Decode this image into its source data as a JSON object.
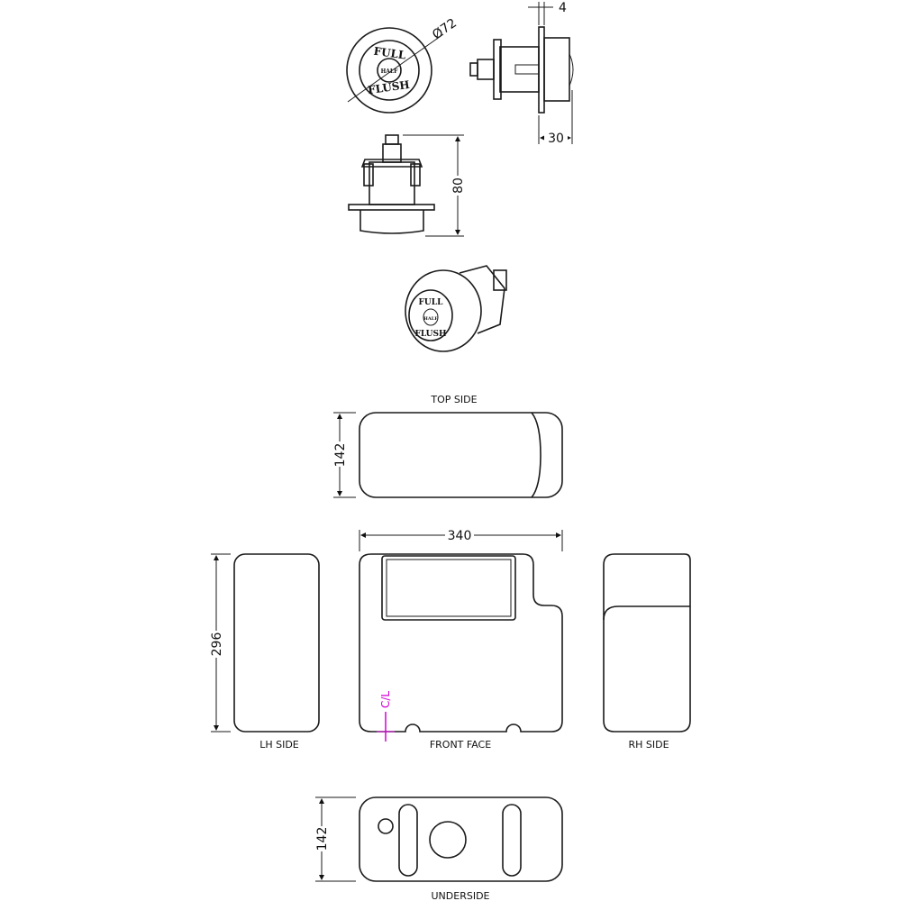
{
  "drawing": {
    "button_text": {
      "top": "FULL",
      "bottom": "FLUSH",
      "center": "HALF"
    },
    "dimensions": {
      "button_diameter": "Ø72",
      "flange_thickness": "4",
      "button_depth": "30",
      "button_height": "80",
      "cistern_depth_top": "142",
      "cistern_width": "340",
      "cistern_height": "296",
      "cistern_depth_under": "142"
    },
    "views": {
      "top": "TOP SIDE",
      "lh": "LH SIDE",
      "front": "FRONT FACE",
      "rh": "RH SIDE",
      "under": "UNDERSIDE"
    },
    "centerline": "C/L",
    "centerline_color": "#d400d4"
  }
}
